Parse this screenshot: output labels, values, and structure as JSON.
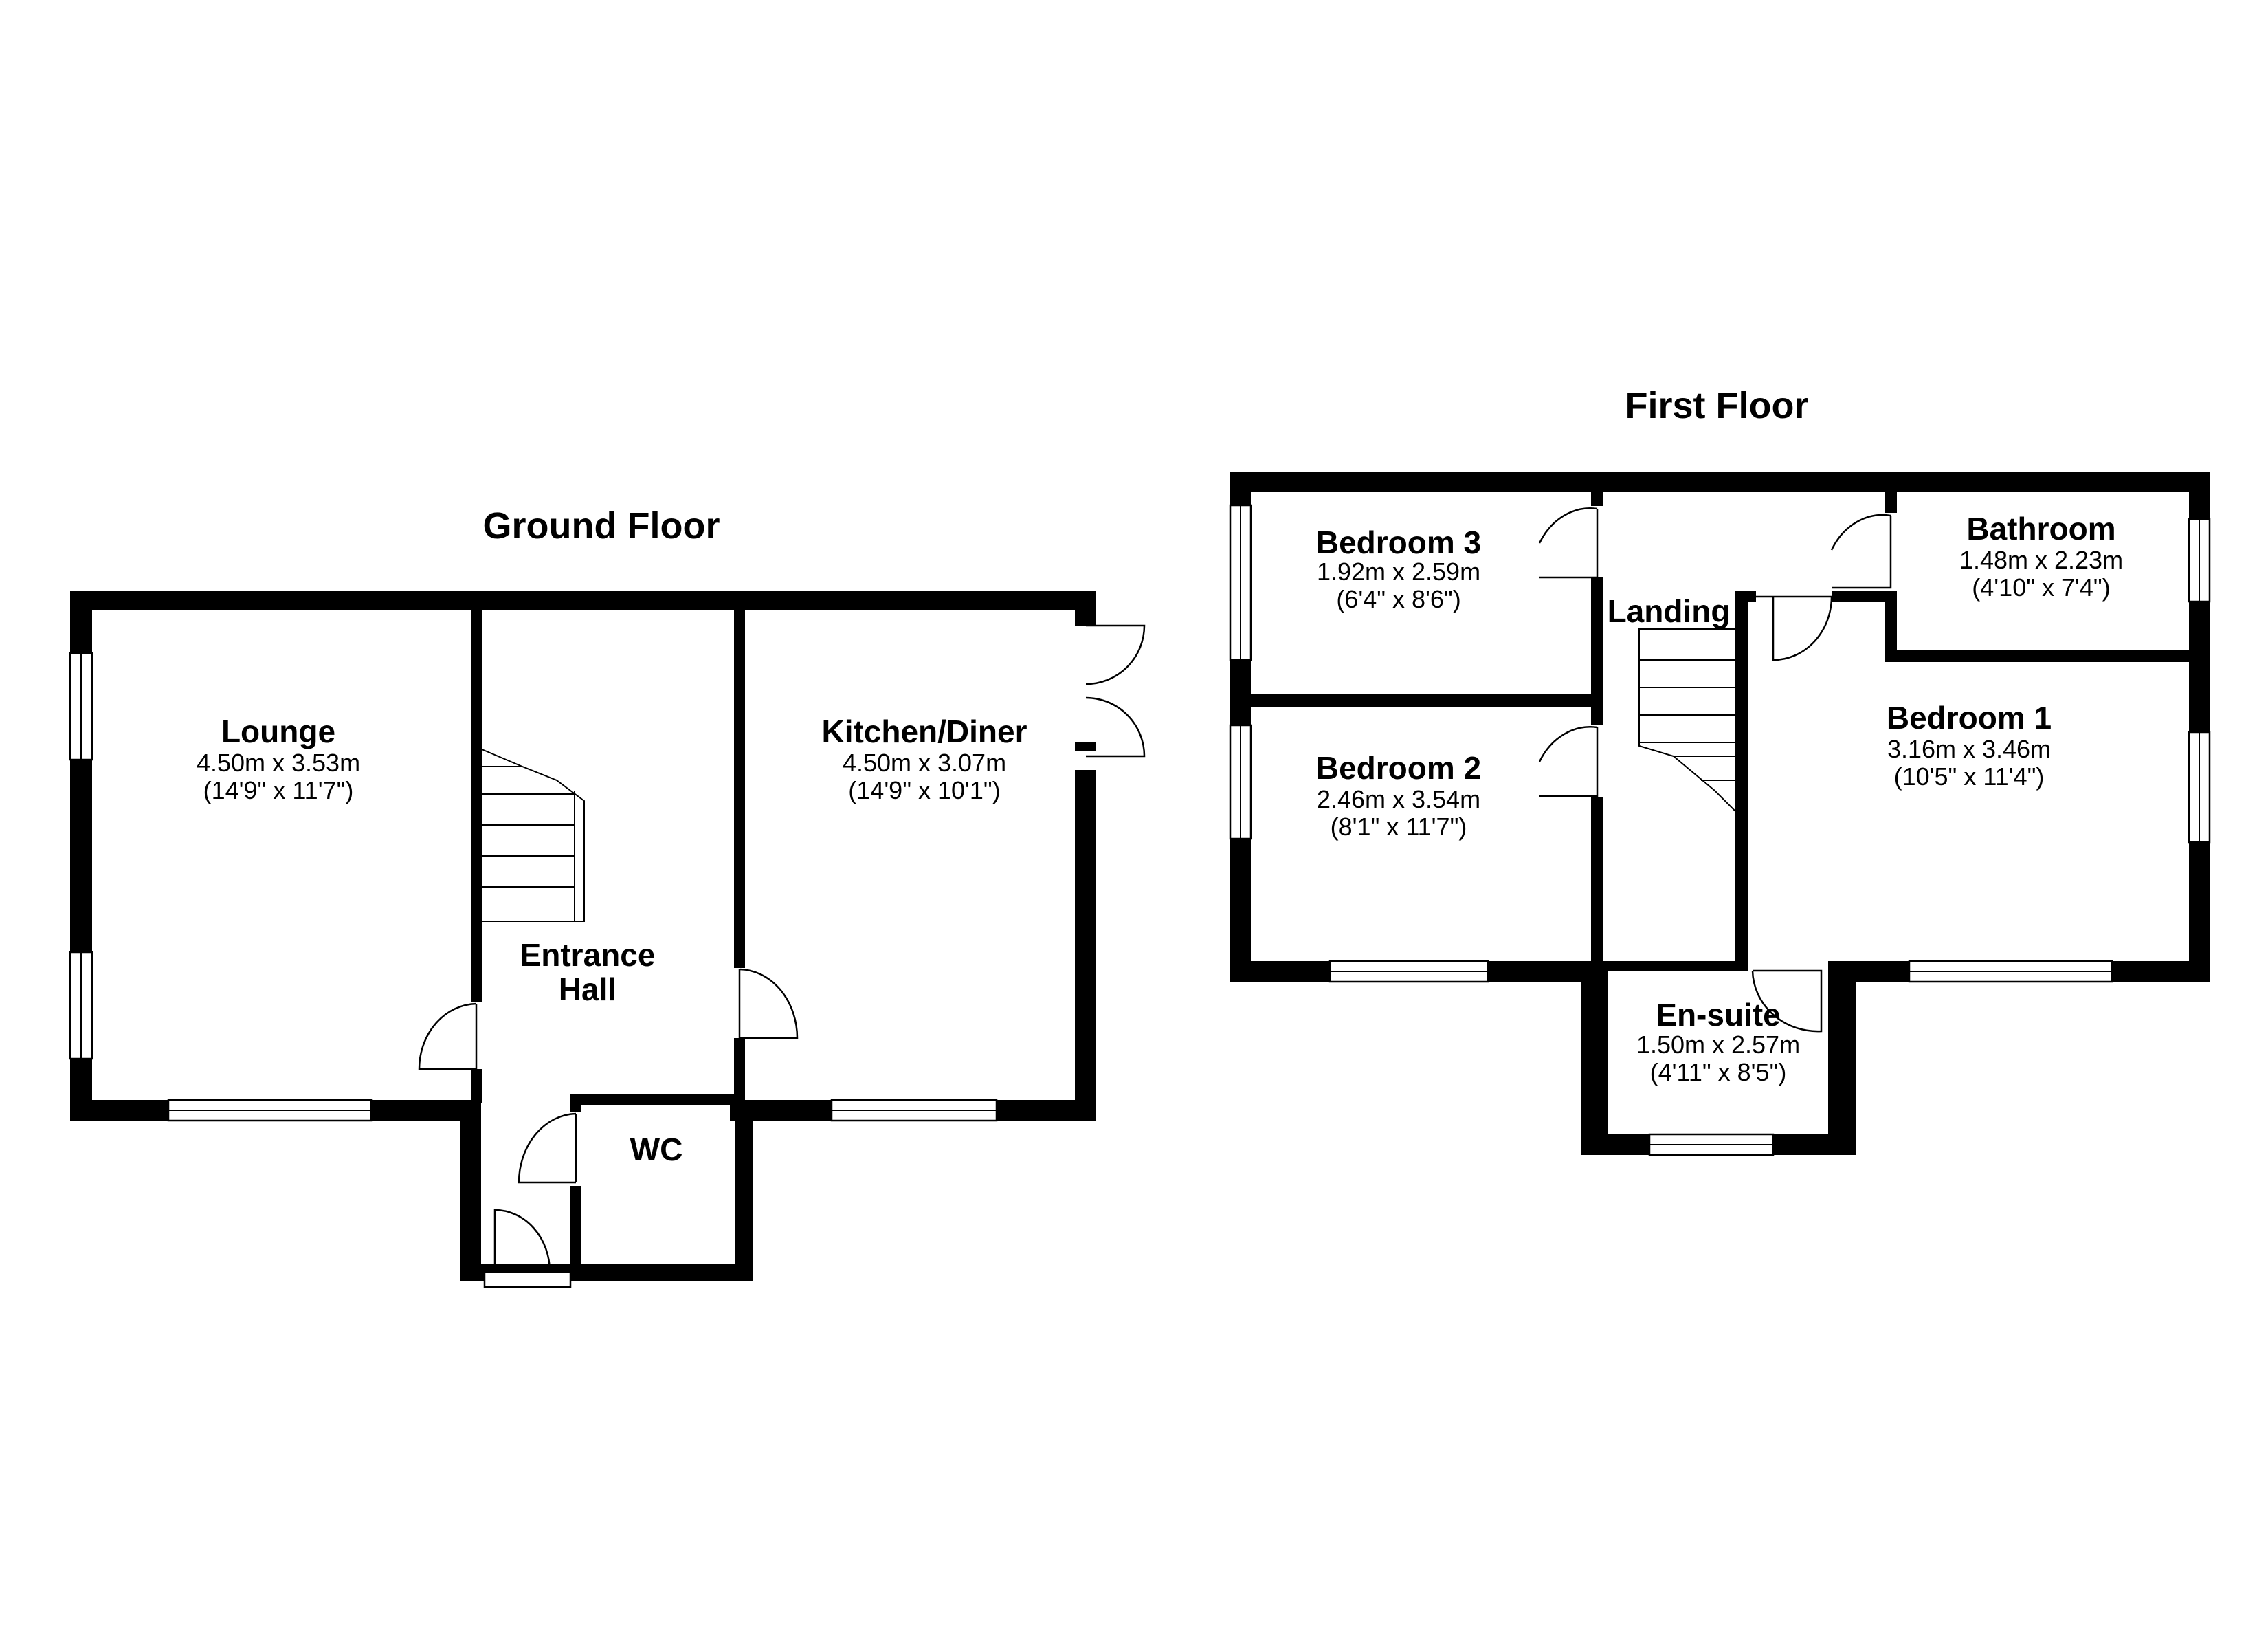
{
  "ground_floor": {
    "title": "Ground Floor",
    "rooms": [
      {
        "name": "Lounge",
        "metric": "4.50m x 3.53m",
        "imperial": "(14'9\" x 11'7\")"
      },
      {
        "name": "Kitchen/Diner",
        "metric": "4.50m x 3.07m",
        "imperial": "(14'9\" x 10'1\")"
      },
      {
        "name": "Entrance",
        "name2": "Hall"
      },
      {
        "name": "WC"
      }
    ]
  },
  "first_floor": {
    "title": "First Floor",
    "rooms": [
      {
        "name": "Bedroom 3",
        "metric": "1.92m x 2.59m",
        "imperial": "(6'4\" x 8'6\")"
      },
      {
        "name": "Bathroom",
        "metric": "1.48m x 2.23m",
        "imperial": "(4'10\" x 7'4\")"
      },
      {
        "name": "Landing"
      },
      {
        "name": "Bedroom 2",
        "metric": "2.46m x 3.54m",
        "imperial": "(8'1\" x 11'7\")"
      },
      {
        "name": "Bedroom 1",
        "metric": "3.16m x 3.46m",
        "imperial": "(10'5\" x 11'4\")"
      },
      {
        "name": "En-suite",
        "metric": "1.50m x 2.57m",
        "imperial": "(4'11\" x 8'5\")"
      }
    ]
  }
}
